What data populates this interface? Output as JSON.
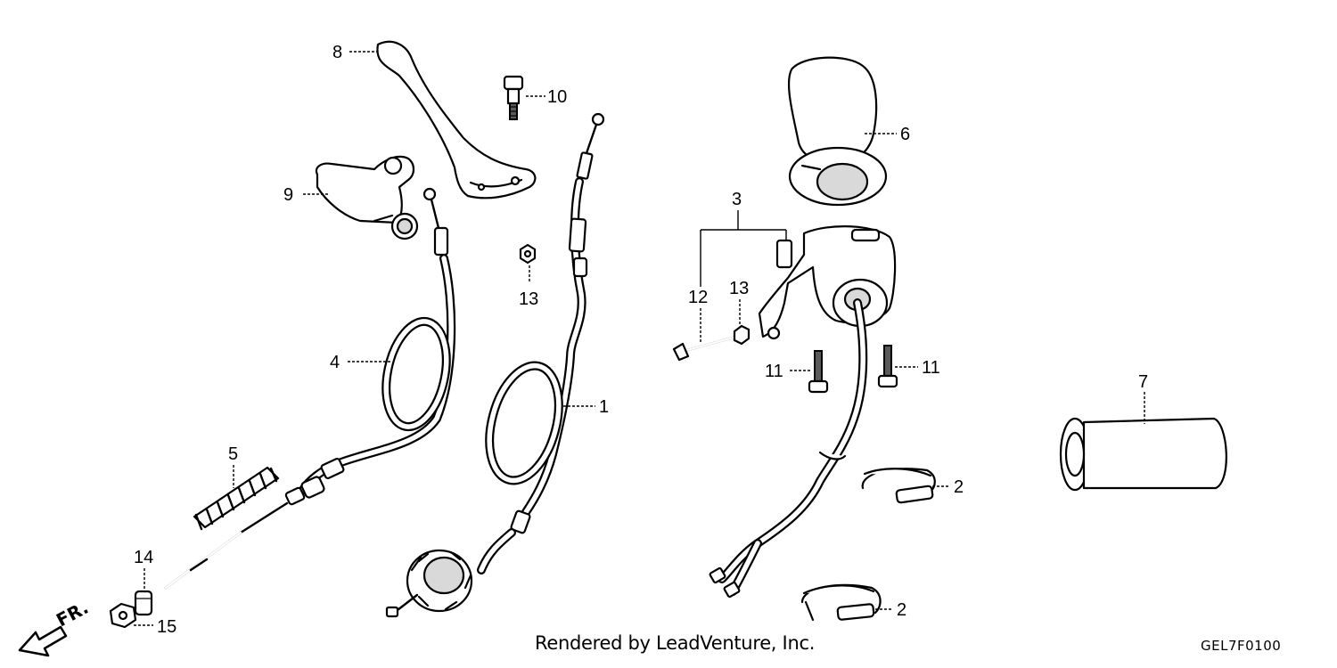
{
  "callouts": {
    "c1": "1",
    "c2a": "2",
    "c2b": "2",
    "c3": "3",
    "c4": "4",
    "c5": "5",
    "c6": "6",
    "c7": "7",
    "c8": "8",
    "c9": "9",
    "c10": "10",
    "c11a": "11",
    "c11b": "11",
    "c12": "12",
    "c13a": "13",
    "c13b": "13",
    "c14": "14",
    "c15": "15"
  },
  "front_marker": "FR.",
  "credit": "Rendered by LeadVenture, Inc.",
  "diagram_code": "GEL7F0100"
}
